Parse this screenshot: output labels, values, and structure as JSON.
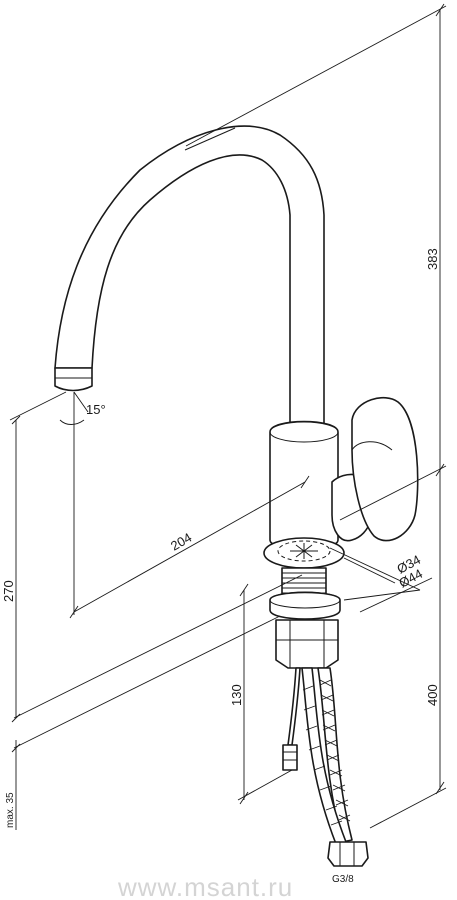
{
  "dimensions": {
    "overall_height": "383",
    "spout_reach": "204",
    "spout_height": "270",
    "spout_angle": "15°",
    "hole_min": "Ø34",
    "hole_max": "Ø44",
    "shank_length": "130",
    "hose_length": "400",
    "countertop_max": "max. 35",
    "connection": "G3/8"
  },
  "watermark": "www.msant.ru",
  "colors": {
    "line": "#1a1a1a",
    "background": "#ffffff",
    "watermark": "#d4d4d4"
  }
}
